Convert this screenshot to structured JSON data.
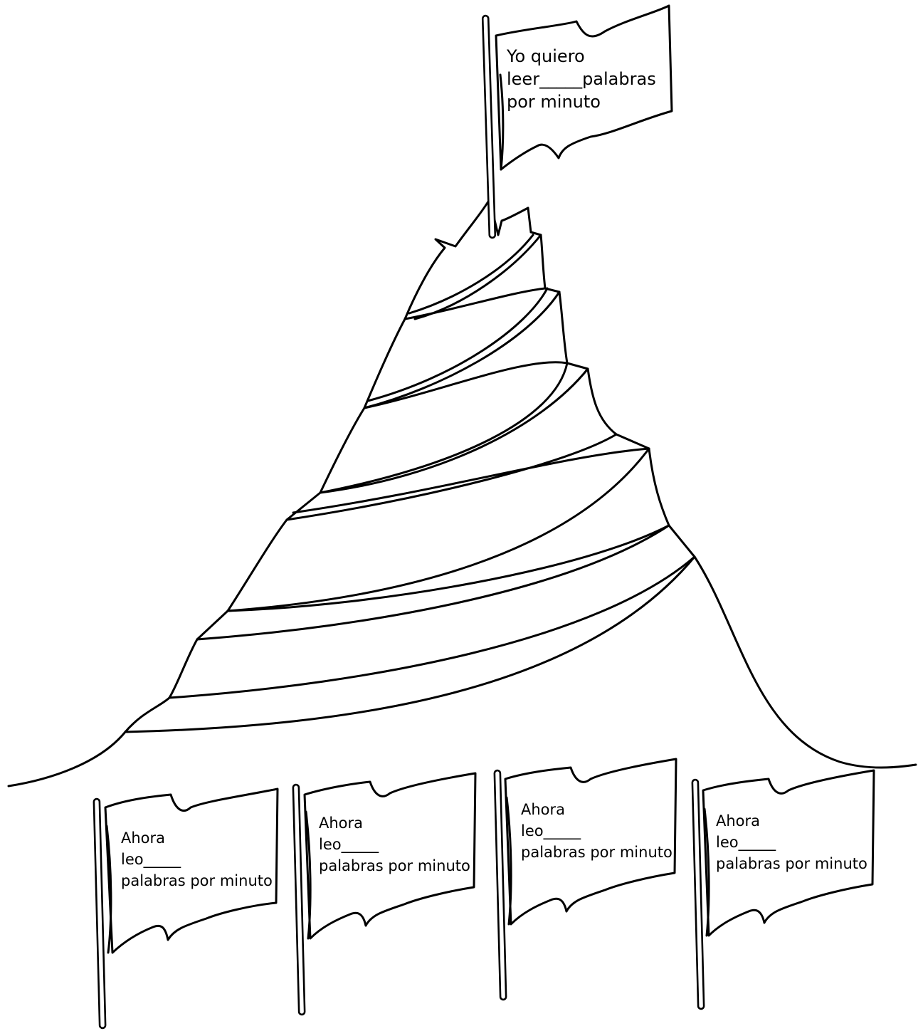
{
  "goal_flag": {
    "line1": "Yo quiero",
    "line2": "leer_____palabras",
    "line3": "por minuto"
  },
  "progress_flags": [
    {
      "line1": "Ahora",
      "line2": "leo_____",
      "line3": "palabras por minuto"
    },
    {
      "line1": "Ahora",
      "line2": "leo_____",
      "line3": "palabras por minuto"
    },
    {
      "line1": "Ahora",
      "line2": "leo_____",
      "line3": "palabras por minuto"
    },
    {
      "line1": "Ahora",
      "line2": "leo_____",
      "line3": "palabras por minuto"
    }
  ]
}
